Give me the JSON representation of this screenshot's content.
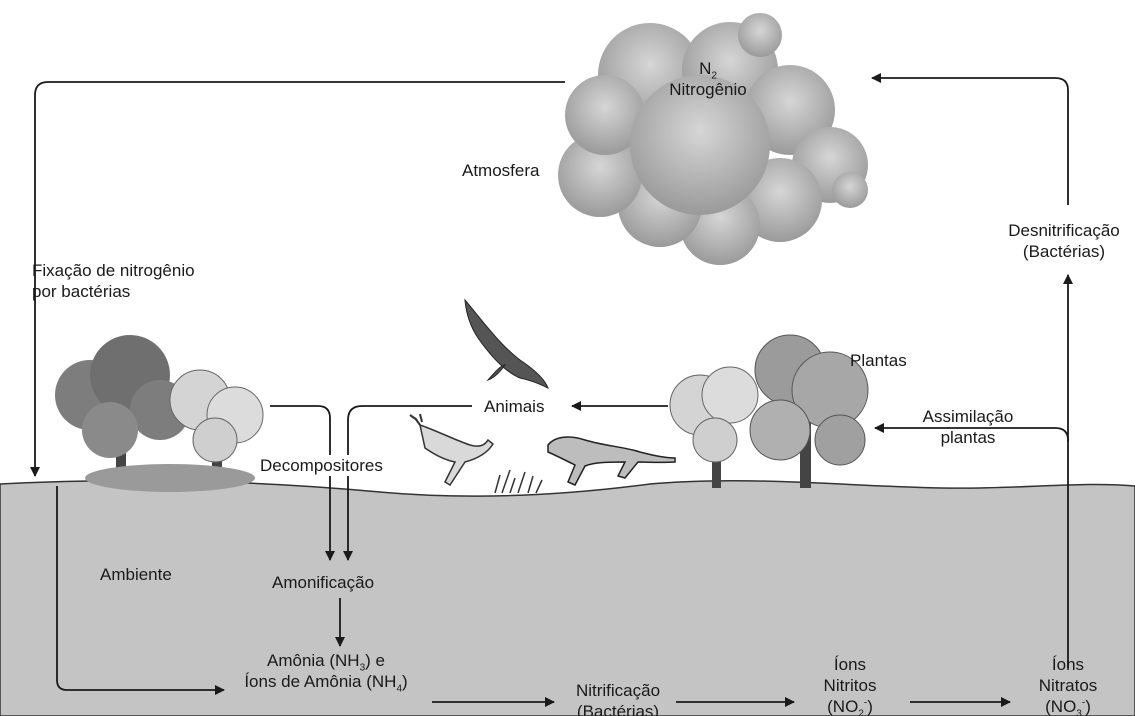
{
  "atmosphere": {
    "label": "Atmosfera",
    "n2_formula": "N",
    "n2_subscript": "2",
    "n2_name": "Nitrogênio"
  },
  "fixation": {
    "line1": "Fixação de nitrogênio",
    "line2": "por bactérias"
  },
  "denitrification": {
    "line1": "Desnitrificação",
    "line2": "(Bactérias)"
  },
  "plants_label": "Plantas",
  "animals_label": "Animais",
  "decomposers_label": "Decompositores",
  "assimilation": {
    "line1": "Assimilação",
    "line2": "plantas"
  },
  "environment_label": "Ambiente",
  "ammonification_label": "Amonificação",
  "ammonia": {
    "line1_a": "Amônia (NH",
    "line1_sub": "3",
    "line1_b": ") e",
    "line2_a": "Íons de Amônia (NH",
    "line2_sub": "4",
    "line2_b": ")"
  },
  "nitrification": {
    "line1": "Nitrificação",
    "line2": "(Bactérias)"
  },
  "nitrite": {
    "line1": "Íons",
    "line2": "Nitritos",
    "line3_a": "(NO",
    "line3_sub": "2",
    "line3_sup": "-",
    "line3_b": ")"
  },
  "nitrate": {
    "line1": "Íons",
    "line2": "Nitratos",
    "line3_a": "(NO",
    "line3_sub": "3",
    "line3_sup": "-",
    "line3_b": ")"
  },
  "colors": {
    "soil": "#c4c4c4",
    "cloud": "#b3b3b3",
    "tree_dark": "#7d7d7d",
    "tree_light": "#d4d4d4",
    "ink": "#1a1a1a"
  },
  "icons": [
    "cloud-icon",
    "eagle-icon",
    "deer-icon",
    "cheetah-icon",
    "grass-icon",
    "tree-icon"
  ]
}
